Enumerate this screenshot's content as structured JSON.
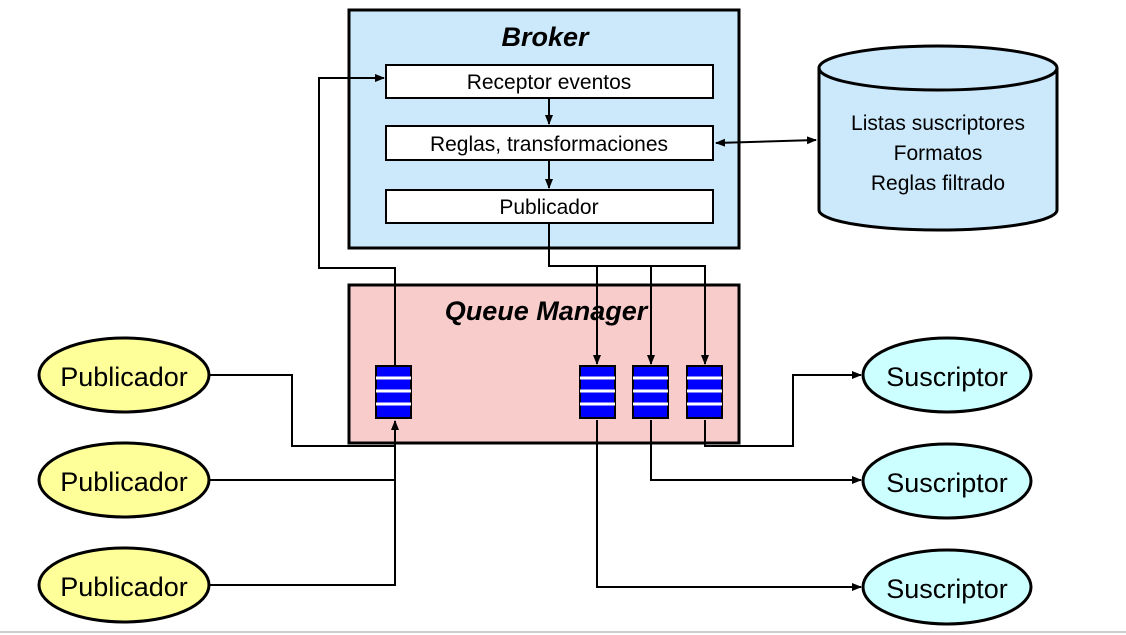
{
  "broker": {
    "title": "Broker",
    "receptor_label": "Receptor eventos",
    "reglas_label": "Reglas, transformaciones",
    "publicador_label": "Publicador"
  },
  "queue_manager": {
    "title": "Queue Manager"
  },
  "database": {
    "lines": [
      "Listas suscriptores",
      "Formatos",
      "Reglas filtrado"
    ]
  },
  "publishers": [
    {
      "label": "Publicador"
    },
    {
      "label": "Publicador"
    },
    {
      "label": "Publicador"
    }
  ],
  "subscribers": [
    {
      "label": "Suscriptor"
    },
    {
      "label": "Suscriptor"
    },
    {
      "label": "Suscriptor"
    }
  ],
  "colors": {
    "broker_fill": "#cce8fb",
    "queue_manager_fill": "#f9cccc",
    "database_fill": "#cce8fb",
    "publisher_fill": "#ffff99",
    "subscriber_fill": "#ccffff",
    "queue_fill": "#0000ff",
    "stroke": "#000000"
  }
}
